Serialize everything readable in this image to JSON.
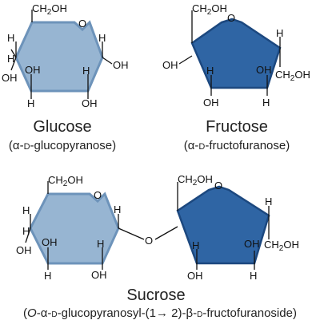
{
  "colors": {
    "pyranose_fill": "#97b5d2",
    "pyranose_edge": "#6d93ba",
    "furanose_fill": "#2f65a4",
    "furanose_edge": "#1c487f",
    "bond": "#111111"
  },
  "atoms": {
    "ch2oh": "CH2OH",
    "ch2": "CH",
    "two": "2",
    "oh": "OH",
    "h": "H",
    "o": "O"
  },
  "glucose": {
    "name": "Glucose",
    "paren_open": "(",
    "alpha": "α",
    "dash1": "-",
    "d": "D",
    "rest": "-glucopyranose)"
  },
  "fructose": {
    "name": "Fructose",
    "paren_open": "(",
    "alpha": "α",
    "dash1": "-",
    "d": "D",
    "rest": "-fructofuranose)"
  },
  "sucrose": {
    "name": "Sucrose",
    "p1": "(",
    "o": "O",
    "p2": "-",
    "alpha": "α",
    "p3": "-",
    "d1": "D",
    "p4": "-glucopyranosyl-(1",
    "arrow": "→",
    "p5": " 2)-",
    "beta": "β",
    "p6": "-",
    "d2": "D",
    "p7": "-fructofuranoside)"
  }
}
